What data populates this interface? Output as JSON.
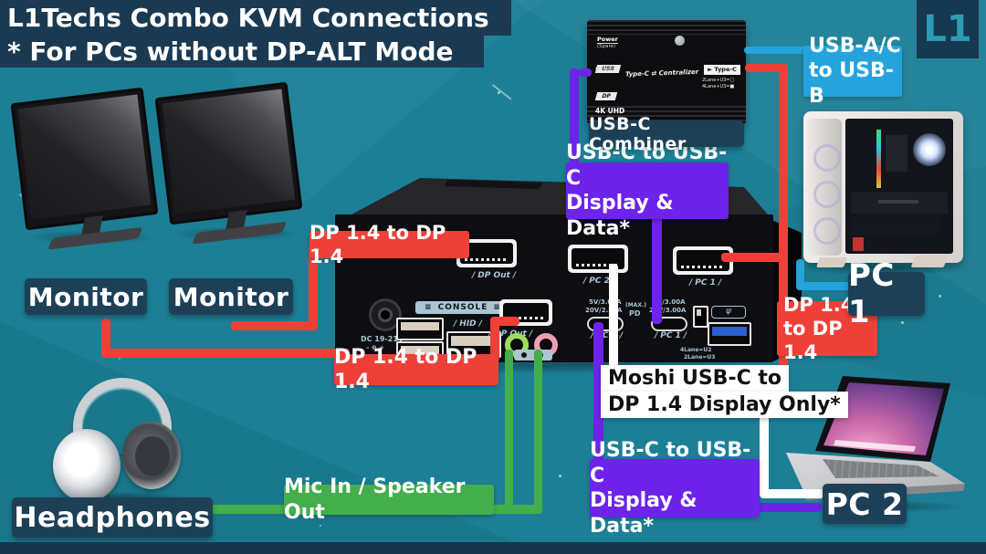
{
  "title": {
    "line1": "L1Techs Combo KVM Connections",
    "line2": "* For PCs without DP-ALT Mode"
  },
  "logo": {
    "text": "L1"
  },
  "labels": {
    "monitor1": "Monitor",
    "monitor2": "Monitor",
    "headphones": "Headphones",
    "combiner": "USB-C Combiner",
    "pc1": "PC 1",
    "pc2": "PC 2"
  },
  "cables": {
    "dp_monitor2": {
      "text": "DP 1.4 to DP 1.4",
      "color": "#ee4038"
    },
    "dp_monitor1": {
      "text": "DP 1.4 to DP 1.4",
      "color": "#ee4038"
    },
    "dp_pc1": {
      "line1": "DP 1.4",
      "line2": "to DP 1.4",
      "color": "#ee4038"
    },
    "usbc_pc1": {
      "line1": "USB-C to USB-C",
      "line2": "Display & Data*",
      "color": "#6d23ea"
    },
    "usbc_pc2": {
      "line1": "USB-C to USB-C",
      "line2": "Display & Data*",
      "color": "#6d23ea"
    },
    "usb_ab": {
      "line1": "USB-A/C",
      "line2": "to USB-B",
      "color": "#24a3dc"
    },
    "moshi": {
      "line1": "Moshi USB-C to",
      "line2": "DP 1.4 Display Only*",
      "color": "#ffffff"
    },
    "audio": {
      "text": "Mic In / Speaker Out",
      "color": "#43ae4b"
    }
  },
  "kvm": {
    "slash": "/",
    "deco_bar": "≡",
    "ports": {
      "dp_out": "DP Out",
      "dp_pc2": "PC 2",
      "dp_pc1": "PC 1",
      "console": "CONSOLE",
      "dc": "DC 19-21V",
      "dc_polarity": "– ⊕ +",
      "hid": "HID",
      "dp_out2": "DP Out",
      "volts_a1": "5V/3.00A",
      "volts_a2": "20V/2.25A",
      "max_1": "(MAX.)",
      "max_2": "PD",
      "volts_b1": "5V/3.00A",
      "volts_b2": "20V/3.00A",
      "usbc_pc2": "PC 2",
      "usbc_pc1": "PC 1",
      "lane1": "4Lane=U2",
      "lane2": "2Lane=U3",
      "usb3_icon": "ψ"
    }
  },
  "combiner_panel": {
    "power": "Power",
    "spare": "(Spare)",
    "usb": "USB",
    "usb_sub": "(Power)",
    "dp": "DP",
    "center": "Type-C ⇄ Centralizer",
    "typec": "► Type-C",
    "lane1": "2Lane+U3=□",
    "lane2": "4Lane+U3=■",
    "uhd": "4K UHD"
  },
  "colors": {
    "background": "#1c7f95",
    "navy": "#1d4057",
    "red": "#ee4038",
    "purple": "#6d23ea",
    "blue": "#24a3dc",
    "green": "#43ae4b",
    "bottom_strip": "#17364e"
  }
}
